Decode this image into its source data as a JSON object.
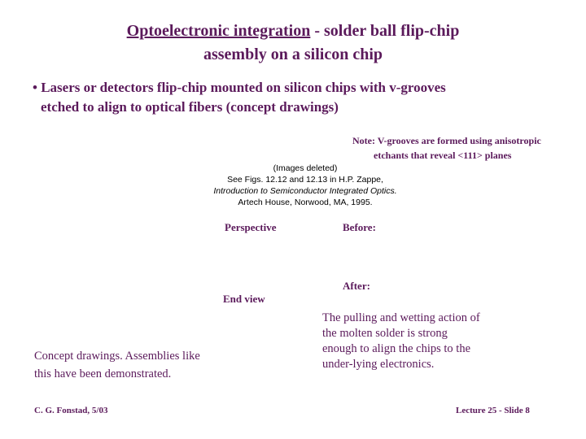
{
  "title": {
    "link_text": "Optoelectronic integration",
    "rest_line1": " - solder ball flip-chip",
    "line2": "assembly on a silicon chip"
  },
  "bullet": {
    "line1": "• Lasers or detectors flip-chip mounted on silicon chips with v-grooves",
    "line2": "etched to align to optical fibers (concept drawings)"
  },
  "note": {
    "line1": "Note: V-grooves are formed using anisotropic",
    "line2": "etchants that reveal <111> planes"
  },
  "images_deleted": {
    "line1": "(Images deleted)",
    "line2": "See Figs. 12.12 and 12.13 in H.P. Zappe,",
    "line3": "Introduction to Semiconductor Integrated Optics.",
    "line4": "Artech House, Norwood, MA, 1995."
  },
  "labels": {
    "perspective": "Perspective",
    "before": "Before:",
    "after": "After:",
    "end_view": "End view"
  },
  "concept_caption": {
    "line1": "Concept drawings. Assemblies like",
    "line2": "this have been demonstrated."
  },
  "solder_caption": {
    "line1": "The pulling and wetting action of",
    "line2": "the molten solder is strong",
    "line3": "enough to align the chips to the",
    "line4": "under-lying electronics."
  },
  "footer": {
    "author": "C. G. Fonstad, 5/03",
    "slide": "Lecture 25 - Slide 8"
  }
}
